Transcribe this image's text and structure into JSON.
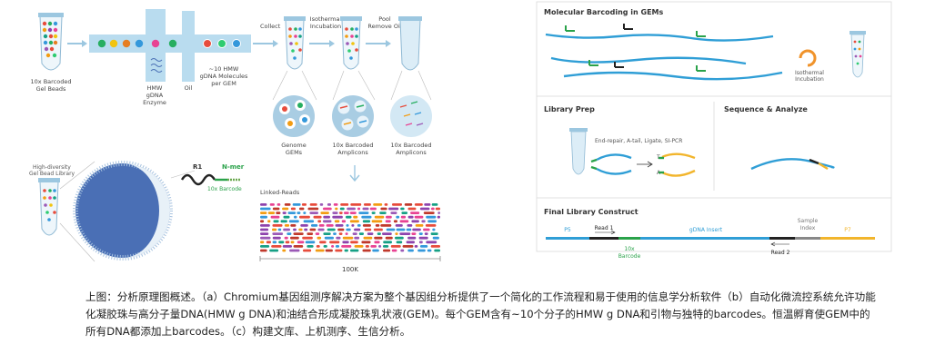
{
  "panel_a": {
    "step_labels": {
      "gel_beads": [
        "10x Barcoded",
        "Gel Beads"
      ],
      "enzyme": [
        "HMW",
        "gDNA",
        "Enzyme"
      ],
      "oil": "Oil",
      "molecules": [
        "~10 HMW",
        "gDNA Molecules",
        "per GEM"
      ],
      "collect": "Collect",
      "incubation": [
        "Isothermal",
        "Incubation"
      ],
      "pool": [
        "Pool",
        "Remove Oil"
      ],
      "genome_gems": [
        "Genome",
        "GEMs"
      ],
      "barcoded_amplicons_1": [
        "10x Barcoded",
        "Amplicons"
      ],
      "barcoded_amplicons_2": [
        "10x Barcoded",
        "Amplicons"
      ],
      "linked_reads": "Linked-Reads",
      "scale": "100K"
    },
    "bead_library": {
      "title": [
        "High-diversity",
        "Gel Bead Library"
      ],
      "r1": "R1",
      "nmer": "N-mer",
      "barcode": "10x Barcode"
    }
  },
  "panel_c": {
    "molecular_barcoding": {
      "title": "Molecular Barcoding in GEMs",
      "incubation": [
        "Isothermal",
        "Incubation"
      ]
    },
    "library_prep": {
      "title": "Library Prep",
      "steps": "End-repair, A-tail, Ligate, SI-PCR",
      "t": "T",
      "a": "A"
    },
    "sequence": {
      "title": "Sequence & Analyze"
    },
    "construct": {
      "title": "Final Library Construct",
      "p5": "P5",
      "read1": "Read 1",
      "gdna_insert": "gDNA Insert",
      "sample_index": [
        "Sample",
        "Index"
      ],
      "p7": "P7",
      "barcode": [
        "10x",
        "Barcode"
      ],
      "read2": "Read 2"
    }
  },
  "caption": "上图：分析原理图概述。（a）Chromium基因组测序解决方案为整个基因组分析提供了一个简化的工作流程和易于使用的信息学分析软件（b）自动化微流控系统允许功能化凝胶珠与高分子量DNA(HMW g DNA)和油结合形成凝胶珠乳状液(GEM)。每个GEM含有~10个分子的HMW g DNA和引物与独特的barcodes。恒温孵育使GEM中的所有DNA都添加上barcodes。（c）构建文库、上机测序、生信分析。",
  "colors": {
    "channel": "#b9dcef",
    "dna_blue": "#2f9ed6",
    "barcode_green": "#2aa24a",
    "adapter_yellow": "#f2b52c",
    "bead_blue": "#4a6fb5",
    "orange": "#f0932b"
  }
}
